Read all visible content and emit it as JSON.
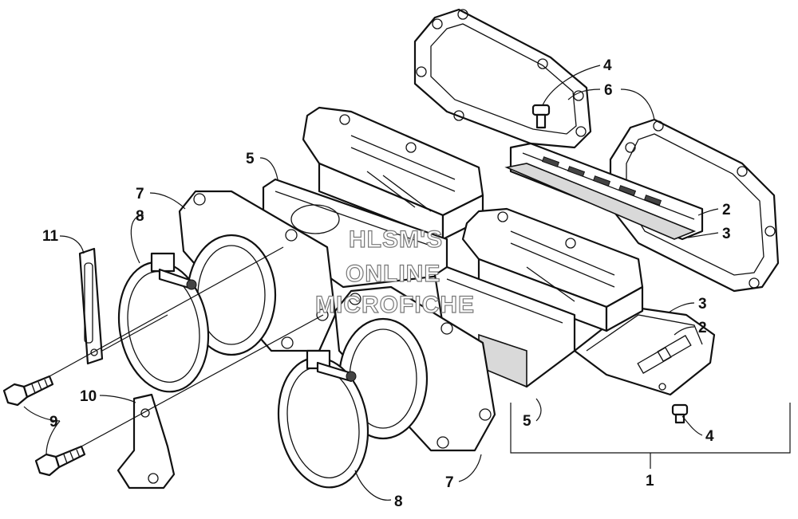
{
  "callouts": {
    "c1": "1",
    "c2a": "2",
    "c2b": "2",
    "c3a": "3",
    "c3b": "3",
    "c4a": "4",
    "c4b": "4",
    "c5a": "5",
    "c5b": "5",
    "c6": "6",
    "c7a": "7",
    "c7b": "7",
    "c8a": "8",
    "c8b": "8",
    "c9": "9",
    "c10": "10",
    "c11": "11"
  },
  "watermark": {
    "line1": "HLSM'S",
    "line2": "ONLINE",
    "line3": "MICROFICHE"
  }
}
